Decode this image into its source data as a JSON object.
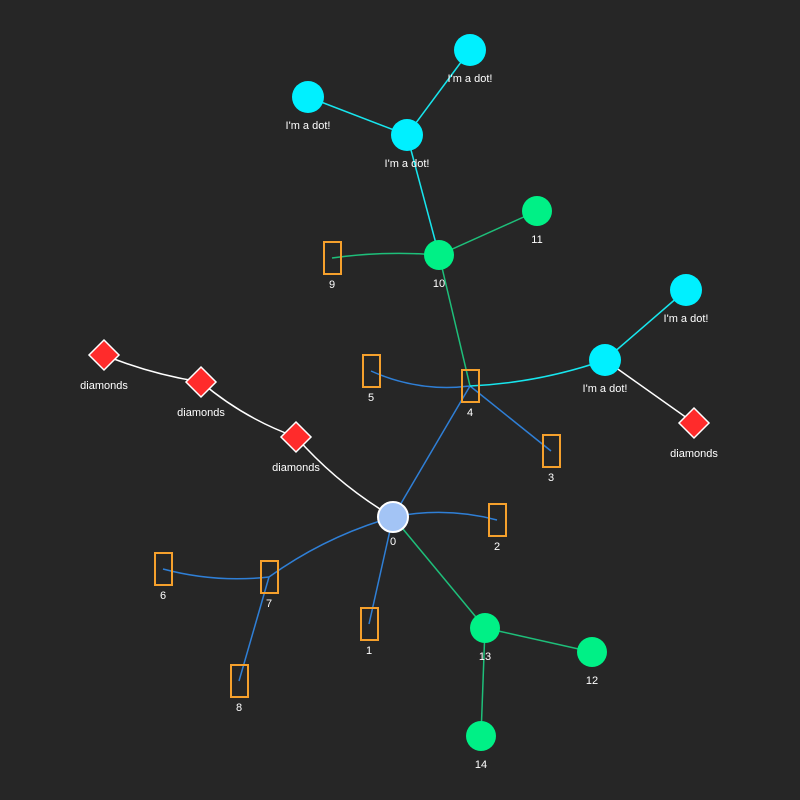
{
  "colors": {
    "background": "#262626",
    "label": "#ffffff",
    "edge_blue": "#2f7fd6",
    "edge_green": "#1ebf7a",
    "edge_cyan": "#17e6ee",
    "edge_white": "#ffffff",
    "root_fill": "#a3c4f5",
    "root_stroke": "#ffffff",
    "rect_stroke": "#f5a02c",
    "green_fill": "#00f086",
    "cyan_fill": "#00f0ff",
    "diamond_fill": "#ff2b2b",
    "diamond_stroke": "#ffffff"
  },
  "nodes": [
    {
      "id": "n0",
      "shape": "root-circle",
      "label": "0"
    },
    {
      "id": "n1",
      "shape": "rect",
      "label": "1"
    },
    {
      "id": "n2",
      "shape": "rect",
      "label": "2"
    },
    {
      "id": "n3",
      "shape": "rect",
      "label": "3"
    },
    {
      "id": "n4",
      "shape": "rect",
      "label": "4"
    },
    {
      "id": "n5",
      "shape": "rect",
      "label": "5"
    },
    {
      "id": "n6",
      "shape": "rect",
      "label": "6"
    },
    {
      "id": "n7",
      "shape": "rect",
      "label": "7"
    },
    {
      "id": "n8",
      "shape": "rect",
      "label": "8"
    },
    {
      "id": "n9",
      "shape": "rect",
      "label": "9"
    },
    {
      "id": "n10",
      "shape": "green-circle",
      "label": "10"
    },
    {
      "id": "n11",
      "shape": "green-circle",
      "label": "11"
    },
    {
      "id": "n12",
      "shape": "green-circle",
      "label": "12"
    },
    {
      "id": "n13",
      "shape": "green-circle",
      "label": "13"
    },
    {
      "id": "n14",
      "shape": "green-circle",
      "label": "14"
    },
    {
      "id": "d1",
      "shape": "cyan-circle",
      "label": "I'm a dot!"
    },
    {
      "id": "d2",
      "shape": "cyan-circle",
      "label": "I'm a dot!"
    },
    {
      "id": "d3",
      "shape": "cyan-circle",
      "label": "I'm a dot!"
    },
    {
      "id": "d4",
      "shape": "cyan-circle",
      "label": "I'm a dot!"
    },
    {
      "id": "d5",
      "shape": "cyan-circle",
      "label": "I'm a dot!"
    },
    {
      "id": "m1",
      "shape": "diamond",
      "label": "diamonds"
    },
    {
      "id": "m2",
      "shape": "diamond",
      "label": "diamonds"
    },
    {
      "id": "m3",
      "shape": "diamond",
      "label": "diamonds"
    },
    {
      "id": "m4",
      "shape": "diamond",
      "label": "diamonds"
    }
  ],
  "edges": [
    {
      "from": "n0",
      "to": "n4",
      "color": "edge_blue"
    },
    {
      "from": "n4",
      "to": "n5",
      "color": "edge_blue"
    },
    {
      "from": "n4",
      "to": "n3",
      "color": "edge_blue"
    },
    {
      "from": "n0",
      "to": "n2",
      "color": "edge_blue"
    },
    {
      "from": "n0",
      "to": "n1",
      "color": "edge_blue"
    },
    {
      "from": "n0",
      "to": "n7",
      "color": "edge_blue"
    },
    {
      "from": "n7",
      "to": "n6",
      "color": "edge_blue"
    },
    {
      "from": "n7",
      "to": "n8",
      "color": "edge_blue"
    },
    {
      "from": "n4",
      "to": "n10",
      "color": "edge_green"
    },
    {
      "from": "n10",
      "to": "n9",
      "color": "edge_green"
    },
    {
      "from": "n10",
      "to": "n11",
      "color": "edge_green"
    },
    {
      "from": "n0",
      "to": "n13",
      "color": "edge_green"
    },
    {
      "from": "n13",
      "to": "n12",
      "color": "edge_green"
    },
    {
      "from": "n13",
      "to": "n14",
      "color": "edge_green"
    },
    {
      "from": "n10",
      "to": "d1",
      "color": "edge_cyan"
    },
    {
      "from": "d1",
      "to": "d2",
      "color": "edge_cyan"
    },
    {
      "from": "d1",
      "to": "d3",
      "color": "edge_cyan"
    },
    {
      "from": "n4",
      "to": "d4",
      "color": "edge_cyan"
    },
    {
      "from": "d4",
      "to": "d5",
      "color": "edge_cyan"
    },
    {
      "from": "d4",
      "to": "m4",
      "color": "edge_white"
    },
    {
      "from": "n0",
      "to": "m3",
      "color": "edge_white"
    },
    {
      "from": "m3",
      "to": "m2",
      "color": "edge_white"
    },
    {
      "from": "m2",
      "to": "m1",
      "color": "edge_white"
    }
  ]
}
